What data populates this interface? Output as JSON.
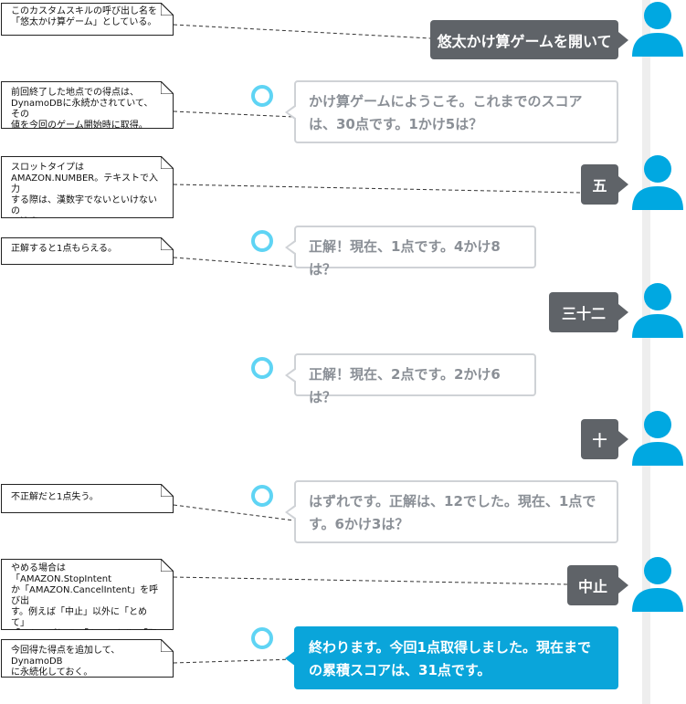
{
  "conversation": {
    "turns": [
      {
        "speaker": "user",
        "text": "悠太かけ算ゲームを開いて"
      },
      {
        "speaker": "alexa",
        "text": "かけ算ゲームにようこそ。これまでのスコアは、30点です。1かけ5は？"
      },
      {
        "speaker": "user",
        "text": "五"
      },
      {
        "speaker": "alexa",
        "text": "正解！現在、1点です。4かけ8は？"
      },
      {
        "speaker": "user",
        "text": "三十二"
      },
      {
        "speaker": "alexa",
        "text": "正解！現在、2点です。2かけ6は？"
      },
      {
        "speaker": "user",
        "text": "十"
      },
      {
        "speaker": "alexa",
        "text": "はずれです。正解は、12でした。現在、1点です。6かけ3は？"
      },
      {
        "speaker": "user",
        "text": "中止"
      },
      {
        "speaker": "alexa",
        "text": "終わります。今回1点取得しました。現在までの累積スコアは、31点です。"
      }
    ]
  },
  "notes": [
    {
      "text": "このカスタムスキルの呼び出し名を\n「悠太かけ算ゲーム」としている。"
    },
    {
      "text": "前回終了した地点での得点は、\nDynamoDBに永続かされていて、その\n値を今回のゲーム開始時に取得。"
    },
    {
      "text": "スロットタイプは\nAMAZON.NUMBER。テキストで入力\nする際は、漢数字でないといけないの\nで注意。"
    },
    {
      "text": "正解すると1点もらえる。"
    },
    {
      "text": "不正解だと1点失う。"
    },
    {
      "text": "やめる場合は「AMAZON.StopIntent\nか「AMAZON.CancelIntent」を呼び出\nす。例えば「中止」以外に「とめて」\n「ストップして」「キャンセル」「取\nり消し」「やめて」など。"
    },
    {
      "text": "今回得た得点を追加して、DynamoDB\nに永続化しておく。"
    }
  ],
  "colors": {
    "user_bubble": "#5f6368",
    "alexa_border": "#cfd2d6",
    "alexa_text": "#8a8f96",
    "final_bubble": "#0aa5da",
    "avatar": "#00a8e1",
    "ring": "#5fd4f4"
  },
  "icons": {
    "user": "user-avatar-icon",
    "alexa": "alexa-ring-icon"
  }
}
